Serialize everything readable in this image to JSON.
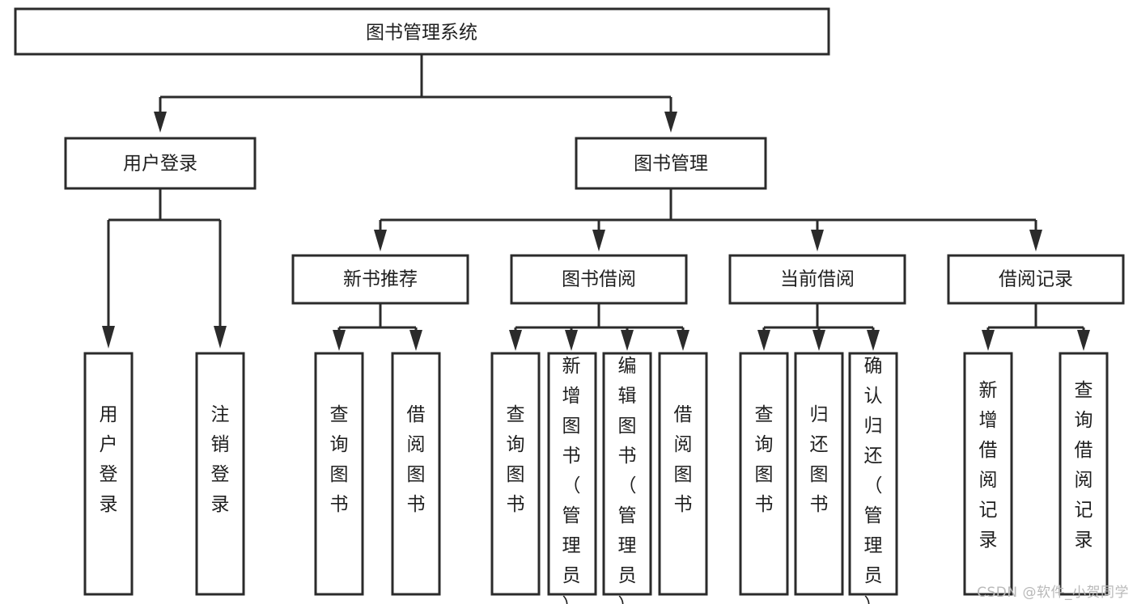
{
  "diagram": {
    "type": "tree-hierarchy-flowchart",
    "orientation": "top-down",
    "root": {
      "id": "root",
      "label": "图书管理系统"
    },
    "level2": [
      {
        "id": "user-login",
        "label": "用户登录"
      },
      {
        "id": "book-manage",
        "label": "图书管理"
      }
    ],
    "level3": [
      {
        "id": "new-book-recommend",
        "label": "新书推荐",
        "parent": "book-manage"
      },
      {
        "id": "book-borrow",
        "label": "图书借阅",
        "parent": "book-manage"
      },
      {
        "id": "current-borrow",
        "label": "当前借阅",
        "parent": "book-manage"
      },
      {
        "id": "borrow-record",
        "label": "借阅记录",
        "parent": "book-manage"
      }
    ],
    "leaves": [
      {
        "id": "leaf-user-login",
        "label": "用户登录",
        "parent": "user-login"
      },
      {
        "id": "leaf-logout-login",
        "label": "注销登录",
        "parent": "user-login"
      },
      {
        "id": "leaf-query-book-1",
        "label": "查询图书",
        "parent": "new-book-recommend"
      },
      {
        "id": "leaf-borrow-book-1",
        "label": "借阅图书",
        "parent": "new-book-recommend"
      },
      {
        "id": "leaf-query-book-2",
        "label": "查询图书",
        "parent": "book-borrow"
      },
      {
        "id": "leaf-add-book",
        "label": "新增图书（管理员）",
        "parent": "book-borrow"
      },
      {
        "id": "leaf-edit-book",
        "label": "编辑图书（管理员）",
        "parent": "book-borrow"
      },
      {
        "id": "leaf-borrow-book-2",
        "label": "借阅图书",
        "parent": "book-borrow"
      },
      {
        "id": "leaf-query-book-3",
        "label": "查询图书",
        "parent": "current-borrow"
      },
      {
        "id": "leaf-return-book",
        "label": "归还图书",
        "parent": "current-borrow"
      },
      {
        "id": "leaf-confirm-return",
        "label": "确认归还（管理员）",
        "parent": "current-borrow"
      },
      {
        "id": "leaf-add-record",
        "label": "新增借阅记录",
        "parent": "borrow-record"
      },
      {
        "id": "leaf-query-record",
        "label": "查询借阅记录",
        "parent": "borrow-record"
      }
    ]
  },
  "watermark": {
    "text": "CSDN @软件_小贺同学"
  },
  "colors": {
    "stroke": "#2b2b2b",
    "fill": "#ffffff",
    "text": "#1f1f1f",
    "watermark": "#b9b9b9"
  }
}
